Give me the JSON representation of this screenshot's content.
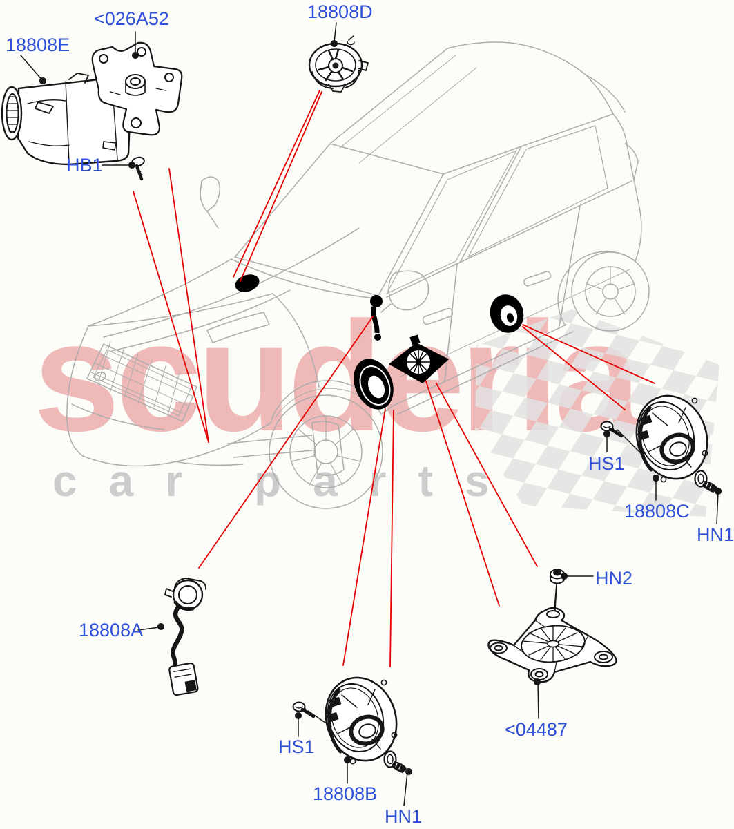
{
  "diagram": {
    "type": "vehicle-parts-exploded-view",
    "vehicle": "Range Rover Evoque style SUV line drawing",
    "topic": "audio speakers and fittings"
  },
  "watermark": {
    "brand": "scuderia",
    "subline_left": "car",
    "subline_right": "parts"
  },
  "callouts": [
    {
      "id": "18808e",
      "text": "18808E"
    },
    {
      "id": "026a52",
      "text": "<026A52"
    },
    {
      "id": "hb1",
      "text": "HB1"
    },
    {
      "id": "18808d",
      "text": "18808D"
    },
    {
      "id": "hs1-right",
      "text": "HS1"
    },
    {
      "id": "18808c",
      "text": "18808C"
    },
    {
      "id": "hn1-right",
      "text": "HN1"
    },
    {
      "id": "hn2",
      "text": "HN2"
    },
    {
      "id": "04487",
      "text": "<04487"
    },
    {
      "id": "18808a",
      "text": "18808A"
    },
    {
      "id": "hs1-bottom",
      "text": "HS1"
    },
    {
      "id": "18808b",
      "text": "18808B"
    },
    {
      "id": "hn1-bottom",
      "text": "HN1"
    }
  ],
  "colors": {
    "label_blue": "#2e4fd8",
    "line_red": "#e60000",
    "car_gray": "#acacac",
    "part_ink": "#161616",
    "watermark_pink": "rgba(221,85,85,0.40)",
    "watermark_gray": "#cccccc",
    "checker_gray": "#e2e2e2",
    "background": "#fcfcf8"
  }
}
